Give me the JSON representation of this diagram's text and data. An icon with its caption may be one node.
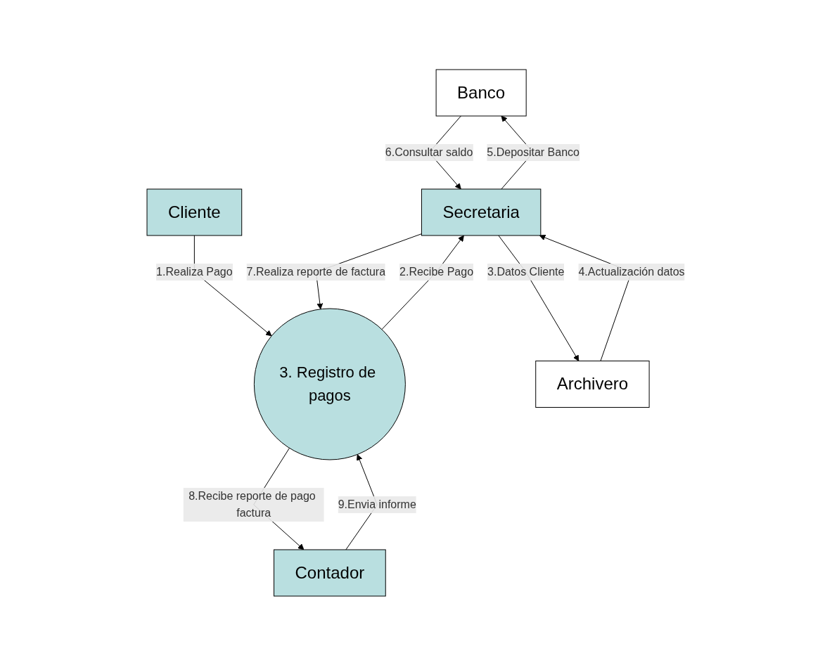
{
  "diagram": {
    "nodes": [
      {
        "text": [
          "Banco"
        ]
      },
      {
        "text": [
          "Cliente"
        ]
      },
      {
        "text": [
          "Secretaria"
        ]
      },
      {
        "text": [
          "3. Registro de pagos"
        ]
      },
      {
        "text": [
          "Contador"
        ]
      },
      {
        "text": [
          "Archivero"
        ]
      }
    ],
    "edges": [
      {
        "from": 1,
        "to": 3,
        "arrow": "to",
        "label": "1.Realiza Pago"
      },
      {
        "from": 3,
        "to": 2,
        "arrow": "to",
        "label": "2.Recibe Pago"
      },
      {
        "from": 2,
        "to": 5,
        "arrow": "to",
        "label": "3.Datos Cliente"
      },
      {
        "from": 5,
        "to": 2,
        "arrow": "to",
        "label": "4.Actualización datos"
      },
      {
        "from": 2,
        "to": 0,
        "arrow": "to",
        "label": "5.Depositar Banco"
      },
      {
        "from": 0,
        "to": 2,
        "arrow": "to",
        "label": "6.Consultar saldo"
      },
      {
        "from": 2,
        "to": 3,
        "arrow": "to",
        "label": "7.Realiza reporte de factura"
      },
      {
        "from": 3,
        "to": 4,
        "arrow": "to",
        "label": "8.Recibe reporte de pago factura"
      },
      {
        "from": 4,
        "to": 3,
        "arrow": "to",
        "label": "9.Envia informe"
      }
    ]
  }
}
